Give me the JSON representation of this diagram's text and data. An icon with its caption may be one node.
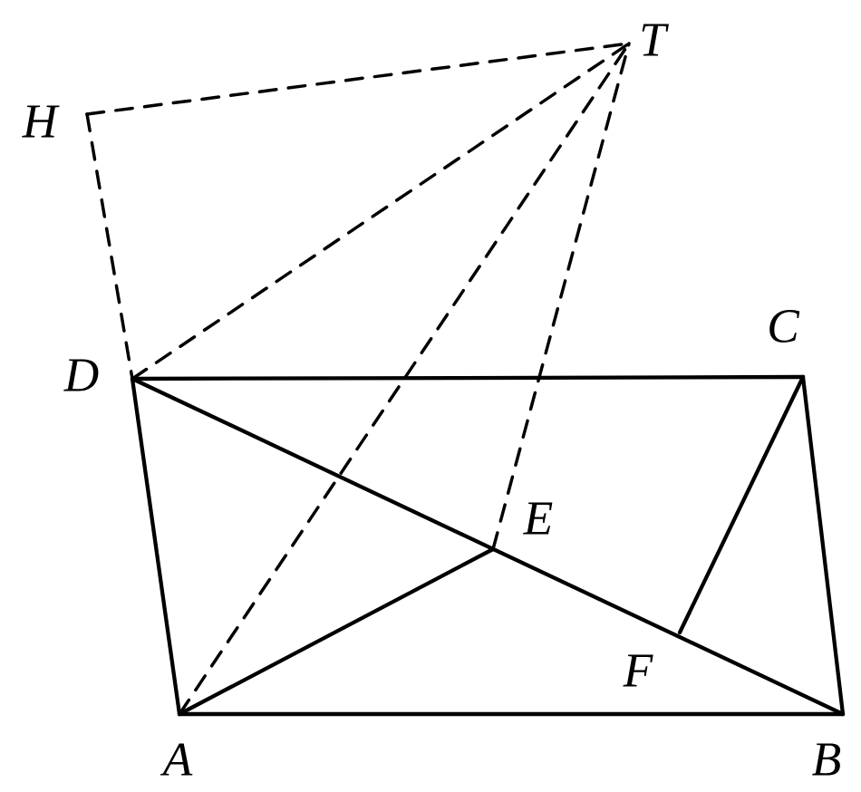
{
  "diagram": {
    "nodes": [
      {
        "text": [
          "T"
        ]
      },
      {
        "text": [
          "H"
        ]
      },
      {
        "text": [
          "D"
        ]
      },
      {
        "text": [
          "C"
        ]
      },
      {
        "text": [
          "E"
        ]
      },
      {
        "text": [
          "F"
        ]
      },
      {
        "text": [
          "A"
        ]
      },
      {
        "text": [
          "B"
        ]
      }
    ],
    "edges": [
      {
        "from": 2,
        "to": 3,
        "arrow": "none"
      },
      {
        "from": 3,
        "to": 7,
        "arrow": "none"
      },
      {
        "from": 6,
        "to": 7,
        "arrow": "none"
      },
      {
        "from": 2,
        "to": 6,
        "arrow": "none"
      },
      {
        "from": 2,
        "to": 7,
        "arrow": "none"
      },
      {
        "from": 6,
        "to": 4,
        "arrow": "none"
      },
      {
        "from": 3,
        "to": 5,
        "arrow": "none"
      },
      {
        "from": 1,
        "to": 0,
        "arrow": "none",
        "style": "dashed"
      },
      {
        "from": 1,
        "to": 2,
        "arrow": "none",
        "style": "dashed"
      },
      {
        "from": 2,
        "to": 0,
        "arrow": "none",
        "style": "dashed"
      },
      {
        "from": 6,
        "to": 0,
        "arrow": "none",
        "style": "dashed"
      },
      {
        "from": 4,
        "to": 0,
        "arrow": "none",
        "style": "dashed"
      }
    ]
  }
}
